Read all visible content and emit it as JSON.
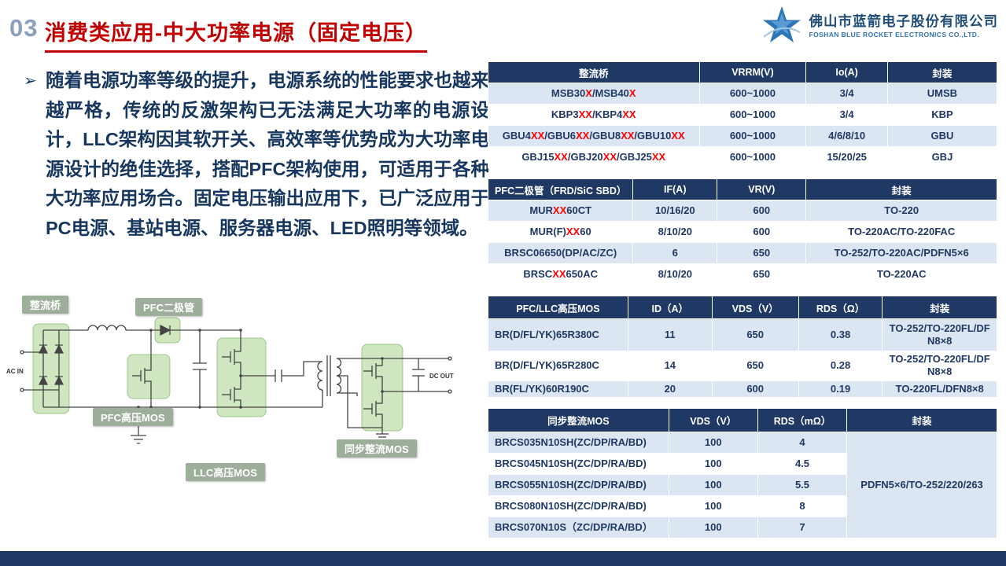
{
  "page": {
    "slide_number": "03",
    "title": "消费类应用-中大功率电源（固定电压）"
  },
  "logo": {
    "company_cn": "佛山市蓝箭电子股份有限公司",
    "company_en": "FOSHAN BLUE ROCKET ELECTRONICS CO.,LTD."
  },
  "intro": {
    "bullet": "➢",
    "text": "随着电源功率等级的提升，电源系统的性能要求也越来越严格，传统的反激架构已无法满足大功率的电源设计，LLC架构因其软开关、高效率等优势成为大功率电源设计的绝佳选择，搭配PFC架构使用，可适用于各种大功率应用场合。固定电压输出应用下，已广泛应用于PC电源、基站电源、服务器电源、LED照明等领域。"
  },
  "diagram": {
    "labels": {
      "rectifier": "整流桥",
      "pfc_diode": "PFC二极管",
      "pfc_mos": "PFC高压MOS",
      "llc_mos": "LLC高压MOS",
      "sync_mos": "同步整流MOS",
      "ac_in": "AC IN",
      "dc_out": "DC OUT"
    }
  },
  "colors": {
    "accent_red": "#C00000",
    "table_header_navy": "#1F3864",
    "band_blue": "#DCE6F3",
    "red_x": "#FF0000",
    "highlight_green": "#A9D18E",
    "badge_green_gray": "#9DAE9A"
  },
  "tables": [
    {
      "name": "rectifier-bridge",
      "first_col_align": "center",
      "col_widths": [
        41.5,
        21,
        16,
        21.5
      ],
      "headers": [
        "整流桥",
        "VRRM(V)",
        "Io(A)",
        "封装"
      ],
      "rows": [
        [
          "MSB30[X]/MSB40[X]",
          "600~1000",
          "3/4",
          "UMSB"
        ],
        [
          "KBP3[XX]/KBP4[XX]",
          "600~1000",
          "3/4",
          "KBP"
        ],
        [
          "GBU4[XX]/GBU6[XX]/GBU8[XX]/GBU10[XX]",
          "600~1000",
          "4/6/8/10",
          "GBU"
        ],
        [
          "GBJ15[XX]/GBJ20[XX]/GBJ25[XX]",
          "600~1000",
          "15/20/25",
          "GBJ"
        ]
      ]
    },
    {
      "name": "pfc-diode",
      "first_col_align": "center",
      "col_widths": [
        28.5,
        16.5,
        17.5,
        37.5
      ],
      "headers": [
        "PFC二极管（FRD/SiC SBD）",
        "IF(A)",
        "VR(V)",
        "封装"
      ],
      "rows": [
        [
          "MUR[XX]60CT",
          "10/16/20",
          "600",
          "TO-220"
        ],
        [
          "MUR(F)[XX]60",
          "8/10/20",
          "600",
          "TO-220AC/TO-220FAC"
        ],
        [
          "BRSC06650(DP/AC/ZC)",
          "6",
          "650",
          "TO-252/TO-220AC/PDFN5×6"
        ],
        [
          "BRSC[XX]650AC",
          "8/10/20",
          "650",
          "TO-220AC"
        ]
      ]
    },
    {
      "name": "pfc-llc-hv-mos",
      "first_col_align": "left",
      "col_widths": [
        27.5,
        16.5,
        17,
        16.5,
        22.5
      ],
      "headers": [
        "PFC/LLC高压MOS",
        "ID（A）",
        "VDS（V）",
        "RDS（Ω）",
        "封装"
      ],
      "rows": [
        [
          "BR(D/FL/YK)65R380C",
          "11",
          "650",
          "0.38",
          "TO-252/TO-220FL/DFN8×8"
        ],
        [
          "BR(D/FL/YK)65R280C",
          "14",
          "650",
          "0.28",
          "TO-252/TO-220FL/DFN8×8"
        ],
        [
          "BR(FL/YK)60R190C",
          "20",
          "600",
          "0.19",
          "TO-220FL/DFN8×8"
        ]
      ]
    },
    {
      "name": "sync-rectifier-mos",
      "first_col_align": "left",
      "col_widths": [
        35.5,
        17.5,
        17.5,
        29.5
      ],
      "headers": [
        "同步整流MOS",
        "VDS（V）",
        "RDS（mΩ）",
        "封装"
      ],
      "rows": [
        [
          "BRCS035N10SH(ZC/DP/RA/BD)",
          "100",
          "4",
          {
            "text": "PDFN5×6/TO-252/220/263",
            "rowspan": 5
          }
        ],
        [
          "BRCS045N10SH(ZC/DP/RA/BD)",
          "100",
          "4.5"
        ],
        [
          "BRCS055N10SH(ZC/DP/RA/BD)",
          "100",
          "5.5"
        ],
        [
          "BRCS080N10SH(ZC/DP/RA/BD)",
          "100",
          "8"
        ],
        [
          "BRCS070N10S（ZC/DP/RA/BD）",
          "100",
          "7"
        ]
      ]
    }
  ]
}
